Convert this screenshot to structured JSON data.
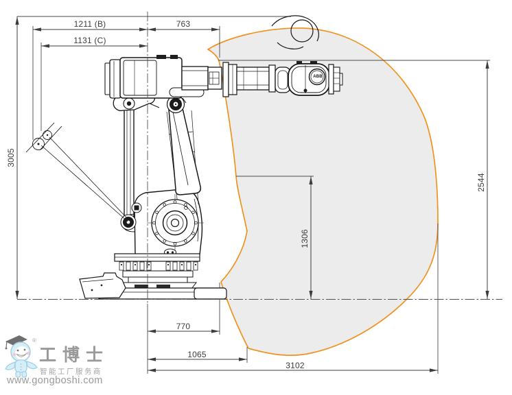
{
  "dims": {
    "b": "1211 (B)",
    "c": "1131 (C)",
    "arm": "763",
    "height": "3005",
    "wrist": "2544",
    "step": "1306",
    "front": "770",
    "mid": "1065",
    "reach": "3102"
  },
  "robot": {
    "brand": "ABB"
  },
  "watermark": {
    "registered": "®",
    "brand_name": "工博士",
    "tagline": "智能工厂服务商",
    "website": "www.gongboshi.com"
  },
  "colors": {
    "envelope_fill": "#ececec",
    "envelope_stroke": "#f0921f",
    "dimension_line": "#4b4b4b",
    "text": "#3c3c3c"
  }
}
